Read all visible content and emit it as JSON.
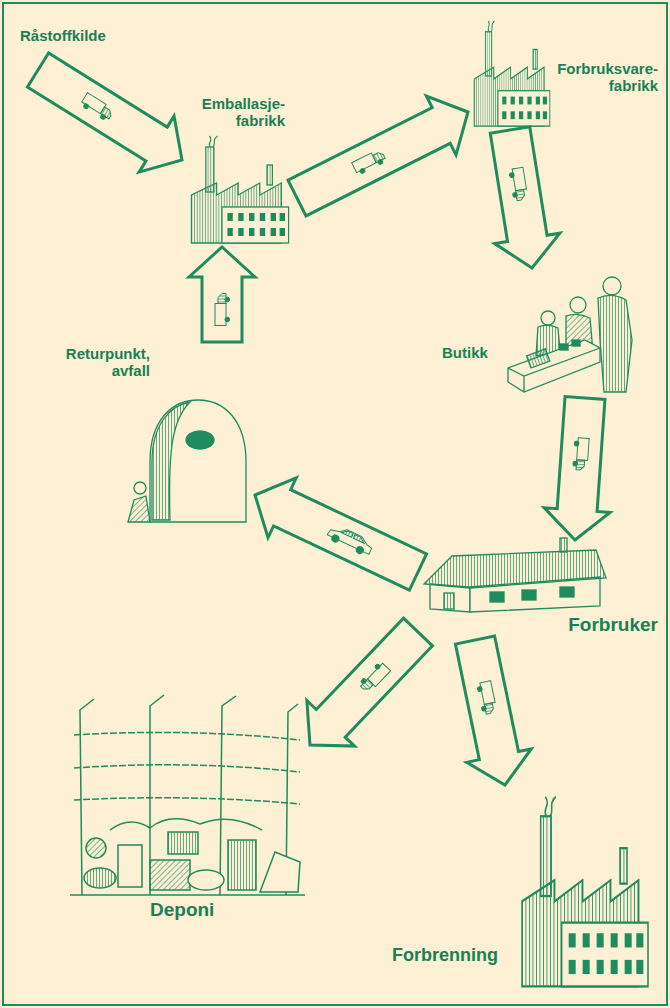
{
  "diagram": {
    "nodes": [
      {
        "text": [
          "Råstoffkilde"
        ]
      },
      {
        "text": [
          "Emballasje- fabrikk"
        ]
      },
      {
        "text": [
          "Forbruksvare- fabrikk"
        ]
      },
      {
        "text": [
          "Butikk"
        ]
      },
      {
        "text": [
          "Forbruker"
        ]
      },
      {
        "text": [
          "Returpunkt, avfall"
        ]
      },
      {
        "text": [
          "Deponi"
        ]
      },
      {
        "text": [
          "Forbrenning"
        ]
      }
    ],
    "edges": [
      {
        "from": 0,
        "to": 1,
        "arrow": "to"
      },
      {
        "from": 1,
        "to": 2,
        "arrow": "to"
      },
      {
        "from": 2,
        "to": 3,
        "arrow": "to"
      },
      {
        "from": 3,
        "to": 4,
        "arrow": "to"
      },
      {
        "from": 4,
        "to": 5,
        "arrow": "to"
      },
      {
        "from": 5,
        "to": 1,
        "arrow": "to"
      },
      {
        "from": 4,
        "to": 6,
        "arrow": "to"
      },
      {
        "from": 4,
        "to": 7,
        "arrow": "to"
      }
    ]
  }
}
